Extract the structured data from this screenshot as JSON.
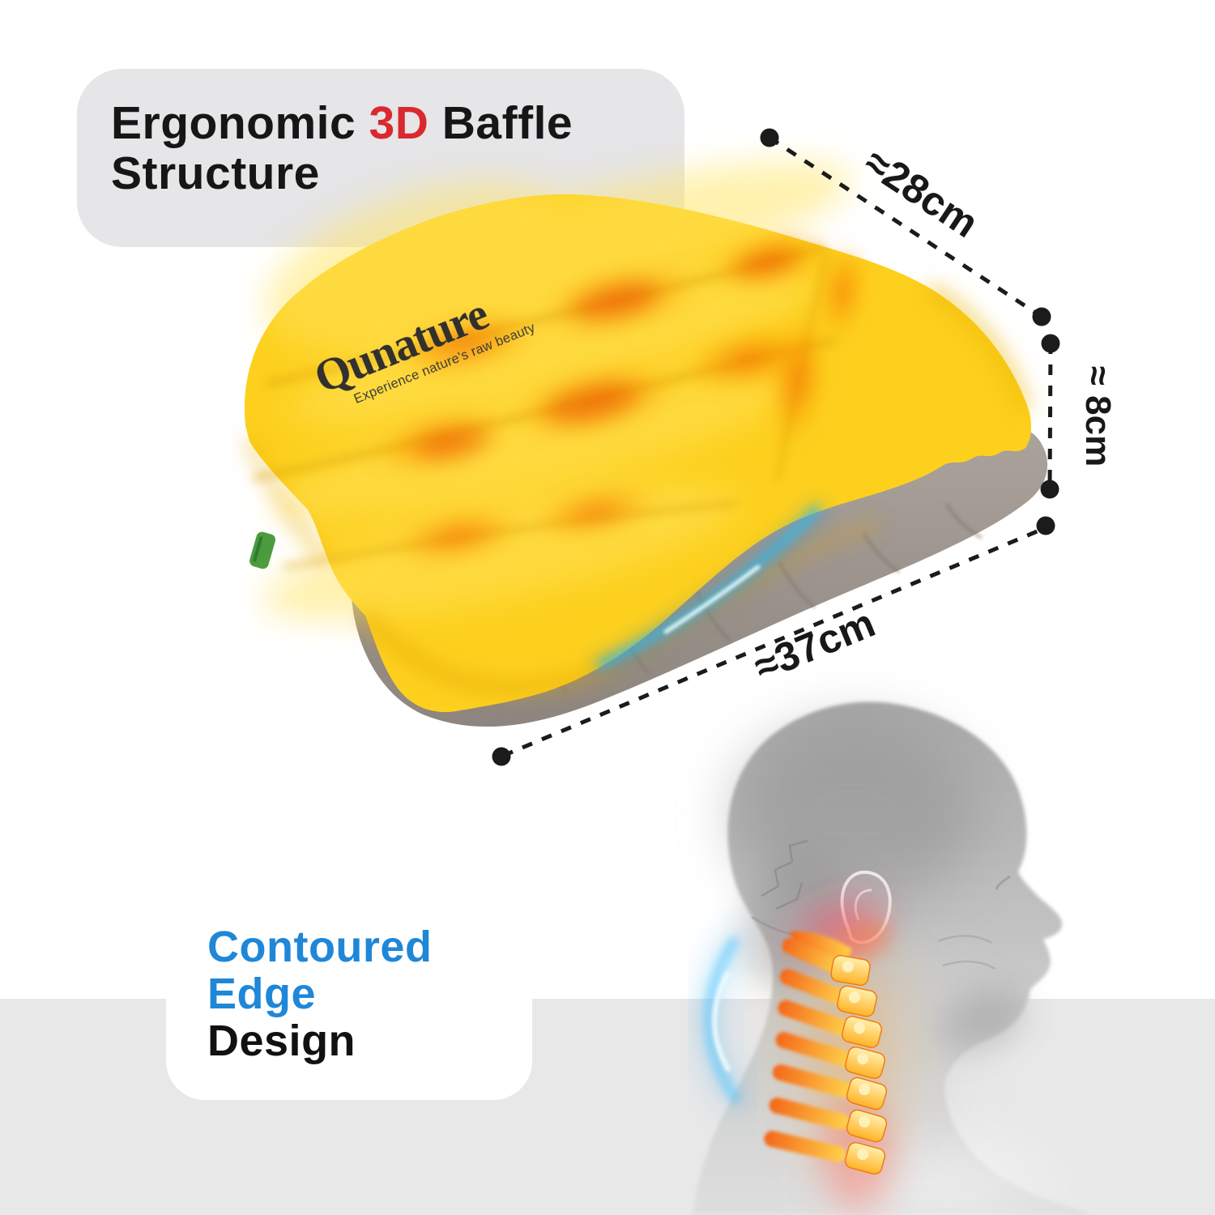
{
  "title": {
    "pre": "Ergonomic ",
    "highlight": "3D",
    "post": " Baffle",
    "line2": "Structure"
  },
  "dimensions": {
    "width_label": "≈28cm",
    "height_label": "≈ 8cm",
    "length_label": "≈37cm"
  },
  "feature": {
    "line1": "Contoured",
    "line2": "Edge",
    "line3": "Design"
  },
  "pillow": {
    "brand": "Qunature",
    "tagline": "Experience nature's raw beauty"
  },
  "colors": {
    "pillow_yellow": "#fdd01e",
    "pillow_orange": "#f26005",
    "underside_gray": "#9b948d",
    "accent_red": "#d9292f",
    "accent_blue": "#1f87d8",
    "glow_cyan": "#29bdf2",
    "spine_orange": "#ff9b1f",
    "band_gray": "#e8e8e9",
    "titlebox_gray": "#e6e5e7",
    "ink": "#1b1b1b"
  }
}
